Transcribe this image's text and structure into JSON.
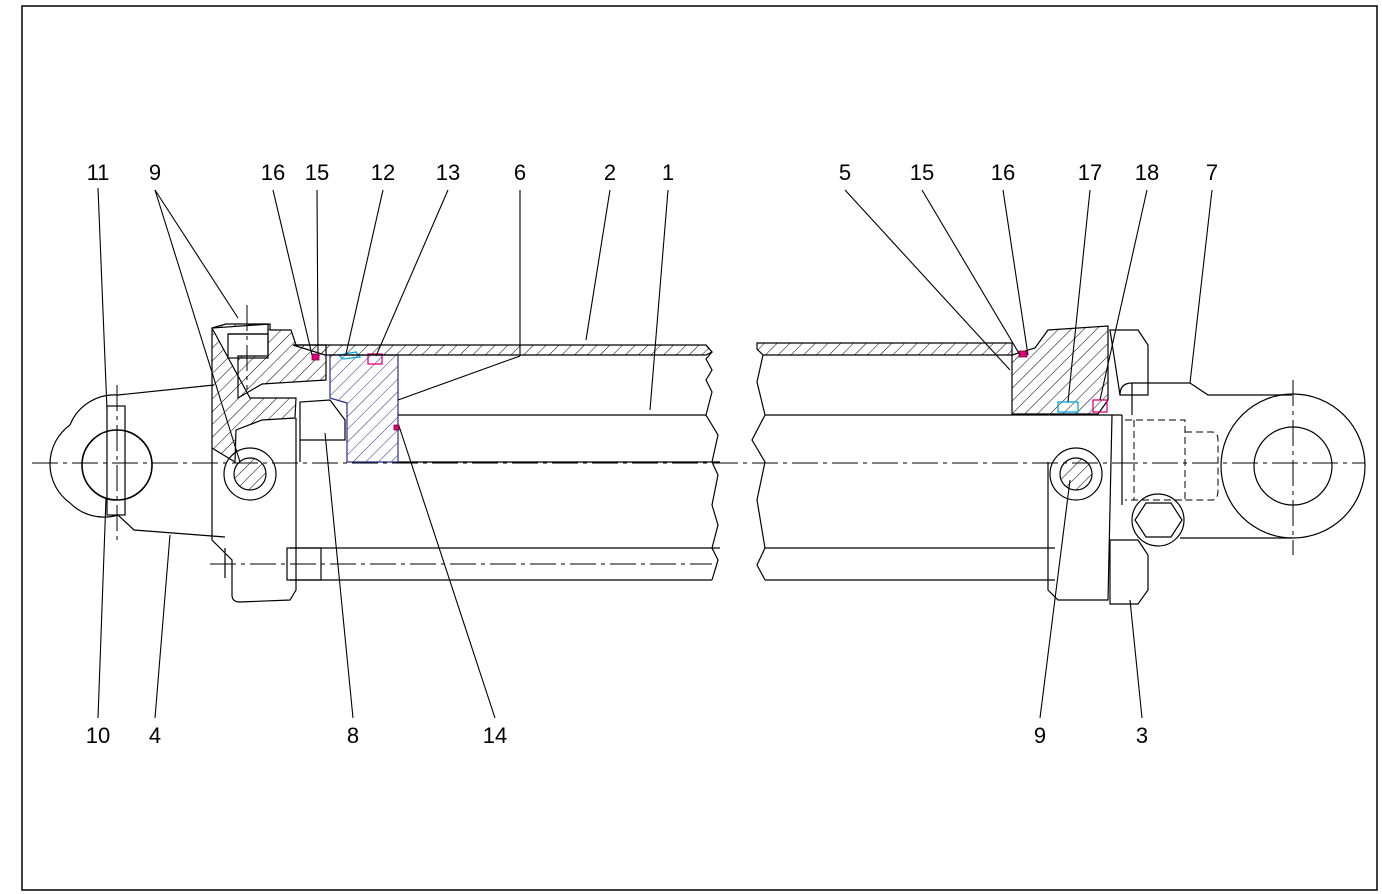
{
  "labels": {
    "top": [
      {
        "id": "11",
        "text": "11"
      },
      {
        "id": "9a",
        "text": "9"
      },
      {
        "id": "16a",
        "text": "16"
      },
      {
        "id": "15a",
        "text": "15"
      },
      {
        "id": "12",
        "text": "12"
      },
      {
        "id": "13",
        "text": "13"
      },
      {
        "id": "6",
        "text": "6"
      },
      {
        "id": "2",
        "text": "2"
      },
      {
        "id": "1",
        "text": "1"
      },
      {
        "id": "5",
        "text": "5"
      },
      {
        "id": "15b",
        "text": "15"
      },
      {
        "id": "16b",
        "text": "16"
      },
      {
        "id": "17",
        "text": "17"
      },
      {
        "id": "18",
        "text": "18"
      },
      {
        "id": "7",
        "text": "7"
      }
    ],
    "bottom": [
      {
        "id": "10",
        "text": "10"
      },
      {
        "id": "4",
        "text": "4"
      },
      {
        "id": "8",
        "text": "8"
      },
      {
        "id": "14",
        "text": "14"
      },
      {
        "id": "9b",
        "text": "9"
      },
      {
        "id": "3",
        "text": "3"
      }
    ]
  },
  "colors": {
    "line": "#000000",
    "seal_magenta": "#e0007a",
    "seal_cyan": "#00a8d8",
    "piston_blue": "#2b2b8c"
  }
}
